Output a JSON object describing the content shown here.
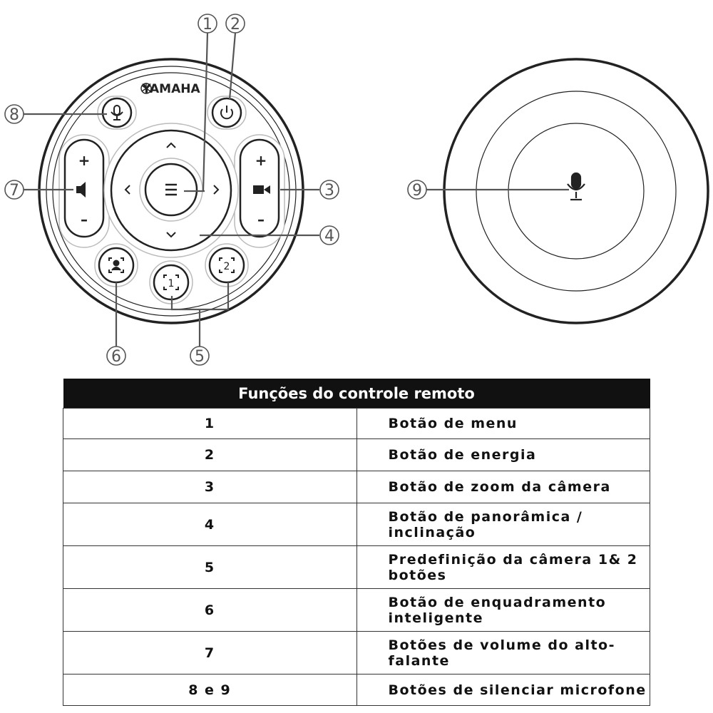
{
  "diagram": {
    "brand": "YAMAHA",
    "callouts": [
      "1",
      "2",
      "3",
      "4",
      "5",
      "6",
      "7",
      "8",
      "9"
    ],
    "button_glyphs": {
      "plus": "+",
      "minus": "–",
      "up": "^",
      "down": "v",
      "left": "<",
      "right": ">",
      "menu": "≡",
      "preset_1": "1",
      "preset_2": "2"
    }
  },
  "table": {
    "title": "Funções do controle remoto",
    "rows": [
      {
        "num": "1",
        "desc": "Botão de menu"
      },
      {
        "num": "2",
        "desc": "Botão de energia"
      },
      {
        "num": "3",
        "desc": "Botão de zoom da câmera"
      },
      {
        "num": "4",
        "desc": "Botão de panorâmica / inclinação"
      },
      {
        "num": "5",
        "desc": "Predefinição da câmera 1& 2 botões"
      },
      {
        "num": "6",
        "desc": "Botão de enquadramento inteligente"
      },
      {
        "num": "7",
        "desc": "Botões de volume do alto-falante"
      },
      {
        "num": "8 e 9",
        "desc": "Botões de silenciar microfone"
      }
    ]
  }
}
